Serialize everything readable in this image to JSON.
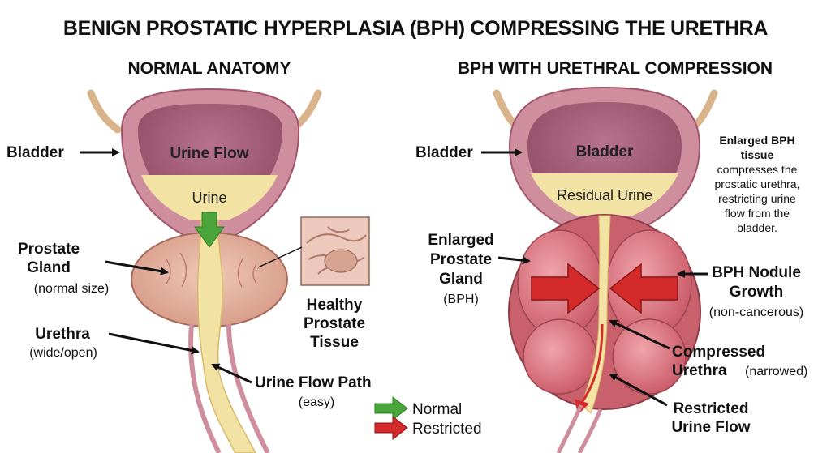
{
  "title": "BENIGN PROSTATIC HYPERPLASIA (BPH) COMPRESSING THE URETHRA",
  "left": {
    "heading": "NORMAL ANATOMY",
    "bladder_label": "Bladder",
    "bladder_inner": "Urine Flow",
    "urine_inner": "Urine",
    "prostate_label_1": "Prostate",
    "prostate_label_2": "Gland",
    "prostate_sub": "(normal size)",
    "urethra_label": "Urethra",
    "urethra_sub": "(wide/open)",
    "flow_path_label": "Urine Flow Path",
    "flow_path_sub": "(easy)",
    "healthy_1": "Healthy",
    "healthy_2": "Prostate",
    "healthy_3": "Tissue"
  },
  "right": {
    "heading": "BPH WITH URETHRAL COMPRESSION",
    "bladder_label": "Bladder",
    "bladder_inner": "Bladder",
    "residual_inner": "Residual Urine",
    "enlarged_1": "Enlarged",
    "enlarged_2": "Prostate",
    "enlarged_3": "Gland",
    "enlarged_sub": "(BPH)",
    "nodule_1": "BPH Nodule",
    "nodule_2": "Growth",
    "nodule_sub": "(non-cancerous)",
    "compressed_1": "Compressed",
    "compressed_2": "Urethra",
    "compressed_sub": "(narrowed)",
    "restricted_1": "Restricted",
    "restricted_2": "Urine Flow",
    "note_bold_1": "Enlarged BPH",
    "note_bold_2": "tissue",
    "note_1": "compresses the",
    "note_2": "prostatic urethra,",
    "note_3": "restricting urine",
    "note_4": "flow from the",
    "note_5": "bladder."
  },
  "legend": {
    "normal": "Normal",
    "restricted": "Restricted"
  },
  "colors": {
    "bladder_wall": "#cf8e9e",
    "bladder_inner": "#a75d78",
    "urine": "#f2e2a4",
    "prostate_normal": "#e1ab98",
    "prostate_bph": "#d8707a",
    "normal_arrow": "#4aa53b",
    "restricted_arrow": "#d42a2a"
  }
}
